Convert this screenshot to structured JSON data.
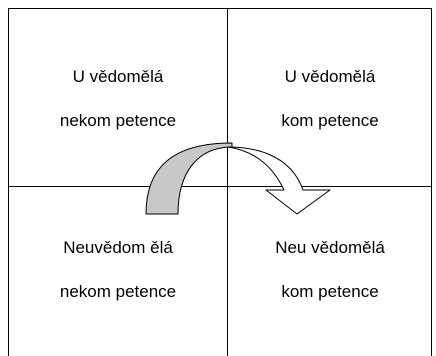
{
  "quadrants": {
    "top_left": {
      "line1": "U vědomělá",
      "line2": "nekom petence"
    },
    "top_right": {
      "line1": "U vědomělá",
      "line2": "kom petence"
    },
    "bottom_left": {
      "line1": "Neuvědom ělá",
      "line2": "nekom petence"
    },
    "bottom_right": {
      "line1": "Neu vědomělá",
      "line2": "kom petence"
    }
  },
  "colors": {
    "lines": "#000000",
    "arrow_left_fill": "#c8c8c8",
    "arrow_right_fill": "#ffffff"
  }
}
